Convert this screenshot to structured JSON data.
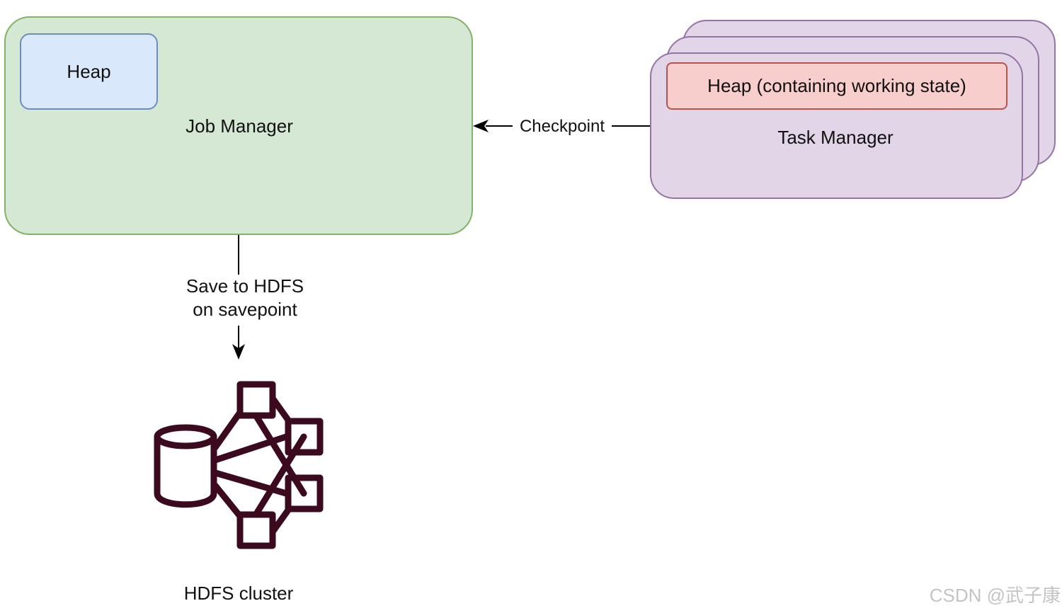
{
  "job_manager": {
    "heap_label": "Heap",
    "label": "Job Manager",
    "fill": "#d5e8d4",
    "stroke": "#82b366",
    "heap_fill": "#dae8fc",
    "heap_stroke": "#6c8ebf"
  },
  "task_manager": {
    "heap_label": "Heap (containing working state)",
    "label": "Task Manager",
    "fill": "#e1d5e7",
    "stroke": "#9673a6",
    "heap_fill": "#f8cecc",
    "heap_stroke": "#b85450"
  },
  "edges": {
    "checkpoint_label": "Checkpoint",
    "save_label_line1": "Save to HDFS",
    "save_label_line2": "on savepoint"
  },
  "hdfs": {
    "label": "HDFS cluster",
    "icon": "hdfs-cluster-icon",
    "icon_color": "#3b0a1e"
  },
  "watermark": {
    "text": "CSDN @武子康"
  }
}
